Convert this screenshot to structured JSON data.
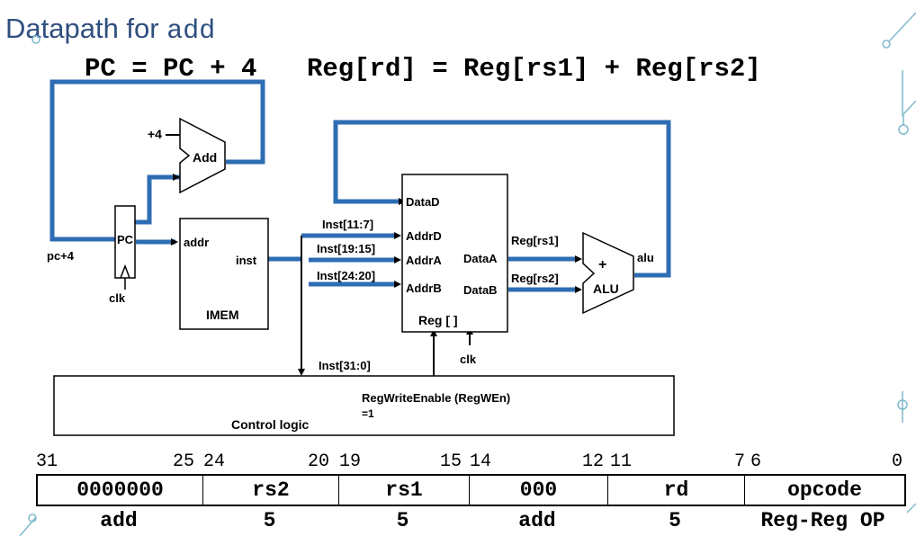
{
  "title": {
    "text": "Datapath for ",
    "code": "add"
  },
  "equations": {
    "pc": "PC = PC + 4",
    "reg": "Reg[rd] = Reg[rs1] + Reg[rs2]"
  },
  "labels": {
    "plus4": "+4",
    "add": "Add",
    "pc": "PC",
    "pc_plus4": "pc+4",
    "clk": "clk",
    "addr": "addr",
    "inst": "inst",
    "imem": "IMEM",
    "inst_11_7": "Inst[11:7]",
    "inst_19_15": "Inst[19:15]",
    "inst_24_20": "Inst[24:20]",
    "inst_31_0": "Inst[31:0]",
    "datad": "DataD",
    "addrd": "AddrD",
    "addra": "AddrA",
    "addrb": "AddrB",
    "dataa": "DataA",
    "datab": "DataB",
    "regfile": "Reg [ ]",
    "reg_rs1": "Reg[rs1]",
    "reg_rs2": "Reg[rs2]",
    "alu_plus": "+",
    "alu": "ALU",
    "alu_out": "alu",
    "regwen": "RegWriteEnable (RegWEn)",
    "regwen_val": "=1",
    "control": "Control logic"
  },
  "bit_numbers": [
    "31",
    "25",
    "24",
    "20",
    "19",
    "15",
    "14",
    "12",
    "11",
    "7",
    "6",
    "0"
  ],
  "instruction_fields": [
    "0000000",
    "rs2",
    "rs1",
    "000",
    "rd",
    "opcode"
  ],
  "instruction_sub": [
    "add",
    "5",
    "5",
    "add",
    "5",
    "Reg-Reg OP"
  ],
  "colors": {
    "wire": "#2e6db3",
    "title": "#2f4f7f",
    "decor": "#7fb9cc"
  }
}
